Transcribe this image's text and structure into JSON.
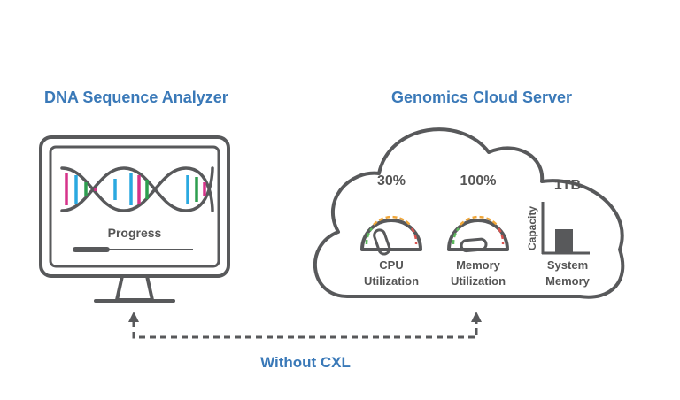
{
  "analyzer": {
    "title": "DNA Sequence Analyzer",
    "progress_label": "Progress",
    "progress_fraction": 0.27
  },
  "server": {
    "title": "Genomics Cloud Server",
    "cpu": {
      "value_text": "30%",
      "label_line1": "CPU",
      "label_line2": "Utilization",
      "level": 0.3
    },
    "memory": {
      "value_text": "100%",
      "label_line1": "Memory",
      "label_line2": "Utilization",
      "level": 1.0
    },
    "system_memory": {
      "value_text": "1TB",
      "axis_label": "Capacity",
      "label_line1": "System",
      "label_line2": "Memory"
    }
  },
  "connection": {
    "label": "Without CXL"
  },
  "colors": {
    "title": "#3a79b8",
    "outline": "#58595b",
    "gauge_green": "#5cb85c",
    "gauge_orange": "#f0a73a",
    "gauge_red": "#d9534f",
    "dna_magenta": "#d6338a",
    "dna_cyan": "#2aa9e0",
    "dna_green": "#2e9e4f"
  }
}
